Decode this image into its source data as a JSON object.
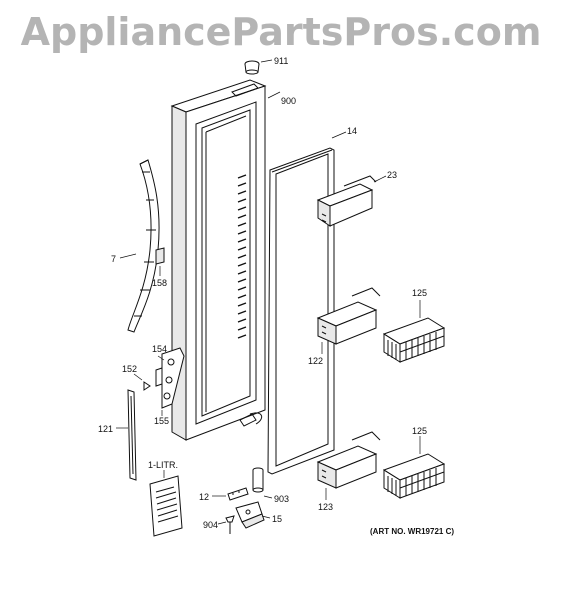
{
  "watermark": "AppliancePartsPros.com",
  "art_number": "(ART NO. WR19721 C)",
  "callouts": {
    "c911": "911",
    "c900": "900",
    "c14": "14",
    "c23": "23",
    "c7": "7",
    "c158": "158",
    "c125a": "125",
    "c122": "122",
    "c154": "154",
    "c152": "152",
    "c155": "155",
    "c121": "121",
    "c125b": "125",
    "c1litr": "1-LITR.",
    "c12": "12",
    "c903": "903",
    "c123": "123",
    "c904": "904",
    "c15": "15"
  }
}
